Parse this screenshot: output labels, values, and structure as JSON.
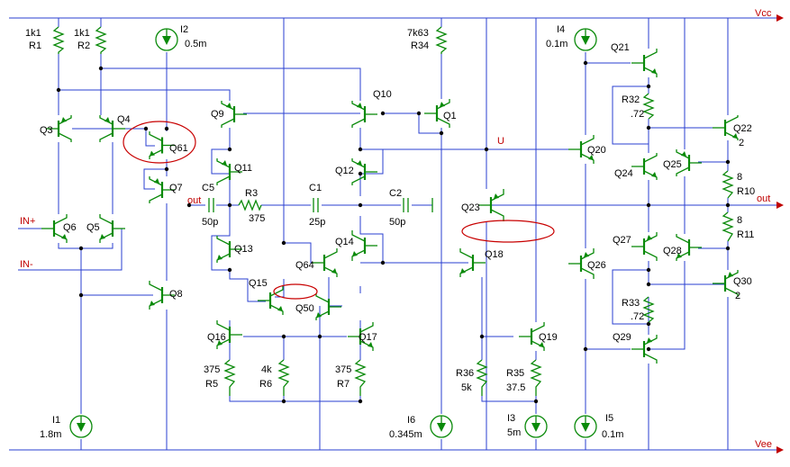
{
  "rails": {
    "vcc": "Vcc",
    "vee": "Vee"
  },
  "ports": {
    "in_plus": "IN+",
    "in_minus": "IN-",
    "out_left": "out",
    "out_right": "out",
    "u_node": "U"
  },
  "resistors": {
    "R1": {
      "name": "R1",
      "value": "1k1"
    },
    "R2": {
      "name": "R2",
      "value": "1k1"
    },
    "R34": {
      "name": "R34",
      "value": "7k63"
    },
    "R3": {
      "name": "R3",
      "value": "375"
    },
    "R32": {
      "name": "R32",
      "value": ".72"
    },
    "R33": {
      "name": "R33",
      "value": ".72"
    },
    "R10": {
      "name": "R10",
      "value": "8"
    },
    "R11": {
      "name": "R11",
      "value": "8"
    },
    "R5": {
      "name": "R5",
      "value": "375"
    },
    "R6": {
      "name": "R6",
      "value": "4k"
    },
    "R7": {
      "name": "R7",
      "value": "375"
    },
    "R36": {
      "name": "R36",
      "value": "5k"
    },
    "R35": {
      "name": "R35",
      "value": "37.5"
    }
  },
  "sources": {
    "I1": {
      "name": "I1",
      "value": "1.8m"
    },
    "I2": {
      "name": "I2",
      "value": "0.5m"
    },
    "I3": {
      "name": "I3",
      "value": "5m"
    },
    "I4": {
      "name": "I4",
      "value": "0.1m"
    },
    "I5": {
      "name": "I5",
      "value": "0.1m"
    },
    "I6": {
      "name": "I6",
      "value": "0.345m"
    }
  },
  "capacitors": {
    "C1": {
      "name": "C1",
      "value": "25p"
    },
    "C2": {
      "name": "C2",
      "value": "50p"
    },
    "C5": {
      "name": "C5",
      "value": "50p"
    }
  },
  "transistors": {
    "Q1": {
      "name": "Q1"
    },
    "Q3": {
      "name": "Q3"
    },
    "Q4": {
      "name": "Q4"
    },
    "Q5": {
      "name": "Q5"
    },
    "Q6": {
      "name": "Q6"
    },
    "Q7": {
      "name": "Q7"
    },
    "Q8": {
      "name": "Q8"
    },
    "Q9": {
      "name": "Q9"
    },
    "Q10": {
      "name": "Q10"
    },
    "Q11": {
      "name": "Q11"
    },
    "Q12": {
      "name": "Q12"
    },
    "Q13": {
      "name": "Q13"
    },
    "Q14": {
      "name": "Q14"
    },
    "Q15": {
      "name": "Q15"
    },
    "Q16": {
      "name": "Q16"
    },
    "Q17": {
      "name": "Q17"
    },
    "Q18": {
      "name": "Q18"
    },
    "Q19": {
      "name": "Q19"
    },
    "Q20": {
      "name": "Q20"
    },
    "Q21": {
      "name": "Q21"
    },
    "Q22": {
      "name": "Q22",
      "mult": "2"
    },
    "Q23": {
      "name": "Q23"
    },
    "Q24": {
      "name": "Q24"
    },
    "Q25": {
      "name": "Q25"
    },
    "Q26": {
      "name": "Q26"
    },
    "Q27": {
      "name": "Q27"
    },
    "Q28": {
      "name": "Q28"
    },
    "Q29": {
      "name": "Q29"
    },
    "Q30": {
      "name": "Q30",
      "mult": "2"
    },
    "Q50": {
      "name": "Q50"
    },
    "Q61": {
      "name": "Q61"
    },
    "Q64": {
      "name": "Q64"
    }
  },
  "colors": {
    "wire": "#2a3fd0",
    "device": "#0a8a0a",
    "highlight": "#c80000",
    "port_label": "#c00000"
  }
}
